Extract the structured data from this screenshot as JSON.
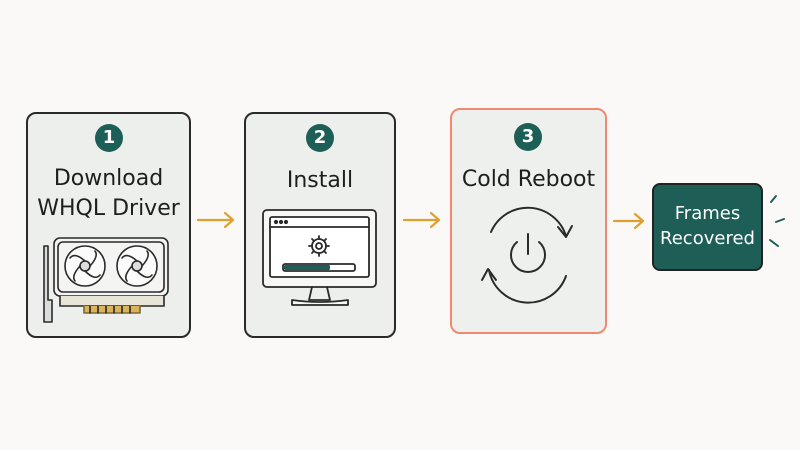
{
  "steps": [
    {
      "number": "1",
      "title_line1": "Download",
      "title_line2": "WHQL Driver"
    },
    {
      "number": "2",
      "title_line1": "Install"
    },
    {
      "number": "3",
      "title_line1": "Cold Reboot"
    }
  ],
  "result": {
    "line1": "Frames",
    "line2": "Recovered"
  },
  "colors": {
    "accent": "#1d5f56",
    "highlight_border": "#ef8a70",
    "arrow": "#e0a030",
    "card_bg": "#ecefec",
    "page_bg": "#fbf9f7"
  },
  "icons": [
    "gpu-card-icon",
    "monitor-installer-icon",
    "power-restart-icon"
  ]
}
